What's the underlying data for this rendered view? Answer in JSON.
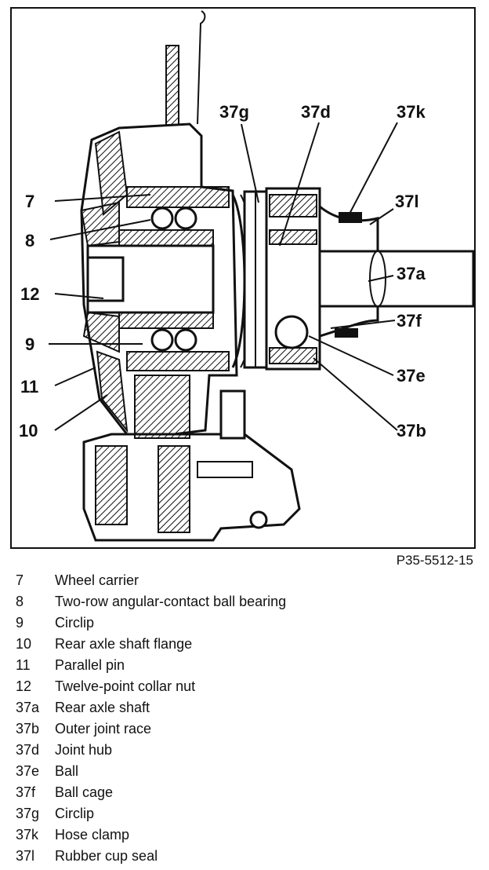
{
  "figure_ref": "P35-5512-15",
  "callouts": {
    "c7": "7",
    "c8": "8",
    "c12": "12",
    "c9": "9",
    "c11": "11",
    "c10": "10",
    "c37g": "37g",
    "c37d": "37d",
    "c37k": "37k",
    "c37l": "37l",
    "c37a": "37a",
    "c37f": "37f",
    "c37e": "37e",
    "c37b": "37b"
  },
  "legend": [
    {
      "num": "7",
      "text": "Wheel carrier"
    },
    {
      "num": "8",
      "text": "Two-row angular-contact ball bearing"
    },
    {
      "num": "9",
      "text": "Circlip"
    },
    {
      "num": "10",
      "text": "Rear axle shaft flange"
    },
    {
      "num": "11",
      "text": "Parallel pin"
    },
    {
      "num": "12",
      "text": "Twelve-point collar nut"
    },
    {
      "num": "37a",
      "text": "Rear axle shaft"
    },
    {
      "num": "37b",
      "text": "Outer joint race"
    },
    {
      "num": "37d",
      "text": "Joint hub"
    },
    {
      "num": "37e",
      "text": "Ball"
    },
    {
      "num": "37f",
      "text": "Ball cage"
    },
    {
      "num": "37g",
      "text": "Circlip"
    },
    {
      "num": "37k",
      "text": "Hose clamp"
    },
    {
      "num": "37l",
      "text": "Rubber cup seal"
    }
  ]
}
